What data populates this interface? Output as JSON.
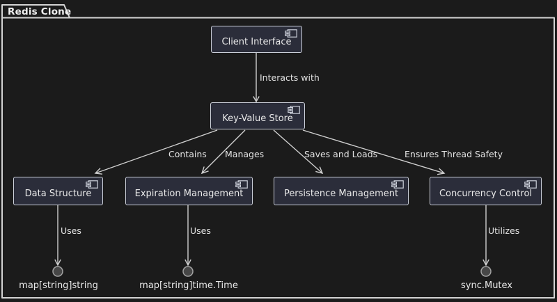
{
  "frame": {
    "title": "Redis Clone"
  },
  "nodes": [
    {
      "id": "client-interface",
      "label": "Client Interface"
    },
    {
      "id": "key-value-store",
      "label": "Key-Value Store"
    },
    {
      "id": "data-structure",
      "label": "Data Structure"
    },
    {
      "id": "expiration-management",
      "label": "Expiration Management"
    },
    {
      "id": "persistence-management",
      "label": "Persistence Management"
    },
    {
      "id": "concurrency-control",
      "label": "Concurrency Control"
    }
  ],
  "edges": [
    {
      "from": "Client Interface",
      "to": "Key-Value Store",
      "label": "Interacts with"
    },
    {
      "from": "Key-Value Store",
      "to": "Data Structure",
      "label": "Contains"
    },
    {
      "from": "Key-Value Store",
      "to": "Expiration Management",
      "label": "Manages"
    },
    {
      "from": "Key-Value Store",
      "to": "Persistence Management",
      "label": "Saves and Loads"
    },
    {
      "from": "Key-Value Store",
      "to": "Concurrency Control",
      "label": "Ensures Thread Safety"
    },
    {
      "from": "Data Structure",
      "to": "map[string]string",
      "label": "Uses"
    },
    {
      "from": "Expiration Management",
      "to": "map[string]time.Time",
      "label": "Uses"
    },
    {
      "from": "Concurrency Control",
      "to": "sync.Mutex",
      "label": "Utilizes"
    }
  ],
  "interfaces": [
    {
      "label": "map[string]string"
    },
    {
      "label": "map[string]time.Time"
    },
    {
      "label": "sync.Mutex"
    }
  ],
  "colors": {
    "background": "#1b1b1b",
    "frame_border": "#d4d4d4",
    "node_fill": "#2b2d3a",
    "node_border": "#ccd0da",
    "edge_line": "#cfcfcf",
    "interface_fill": "#474747",
    "interface_border": "#a3a3a3",
    "text": "#e9e9e9"
  }
}
